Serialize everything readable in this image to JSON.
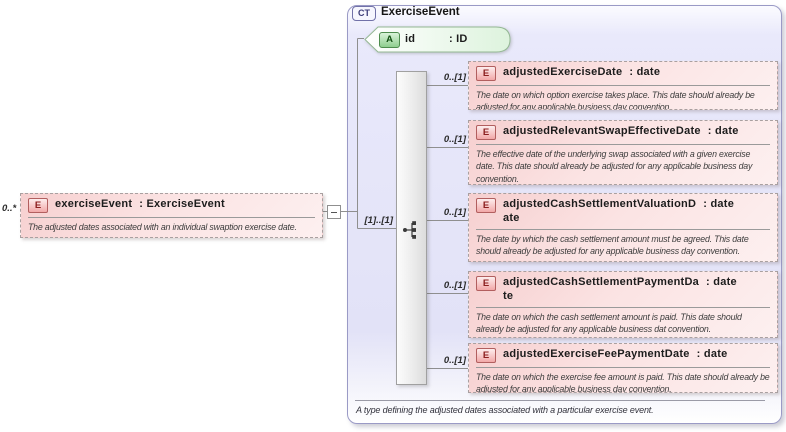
{
  "source_element": {
    "badge": "E",
    "cardinality": "0..*",
    "name": "exerciseEvent",
    "type_label": ": ExerciseEvent",
    "description": "The adjusted dates associated with an individual swaption exercise date."
  },
  "complex_type": {
    "badge": "CT",
    "title": "ExerciseEvent",
    "footer": "A type defining the adjusted dates associated with a particular exercise event.",
    "attribute": {
      "badge": "A",
      "name": "id",
      "type_label": ": ID"
    },
    "sequence_cardinality": "[1]..[1]",
    "elements": [
      {
        "badge": "E",
        "cardinality": "0..[1]",
        "name_line1": "adjustedExerciseDate",
        "name_line2": "",
        "type_label": ": date",
        "description": "The date on which option exercise takes place. This date should already be adjusted for any applicable business day convention."
      },
      {
        "badge": "E",
        "cardinality": "0..[1]",
        "name_line1": "adjustedRelevantSwapEffectiveDate",
        "name_line2": "",
        "type_label": ": date",
        "description": "The effective date of the underlying swap associated with a given exercise date. This date should already be adjusted for any applicable business day convention."
      },
      {
        "badge": "E",
        "cardinality": "0..[1]",
        "name_line1": "adjustedCashSettlementValuationD",
        "name_line2": "ate",
        "type_label": ": date",
        "description": "The date by which the cash settlement amount must be agreed. This date should already be adjusted for any applicable business day convention."
      },
      {
        "badge": "E",
        "cardinality": "0..[1]",
        "name_line1": "adjustedCashSettlementPaymentDa",
        "name_line2": "te",
        "type_label": ": date",
        "description": "The date on which the cash settlement amount is paid. This date should already be adjusted for any applicable business dat convention."
      },
      {
        "badge": "E",
        "cardinality": "0..[1]",
        "name_line1": "adjustedExerciseFeePaymentDate",
        "name_line2": "",
        "type_label": ": date",
        "description": "The date on which the exercise fee amount is paid. This date should already be adjusted for any applicable business day convention."
      }
    ]
  },
  "colors": {
    "ct_fill": "#e2e2f7",
    "ct_border": "#9a9ac6",
    "element_fill": "#f8dada",
    "element_badge_border": "#b25f5f",
    "attribute_fill": "#e2f6e2",
    "attribute_badge": "#8fce8f",
    "line": "#8f8f8f"
  }
}
